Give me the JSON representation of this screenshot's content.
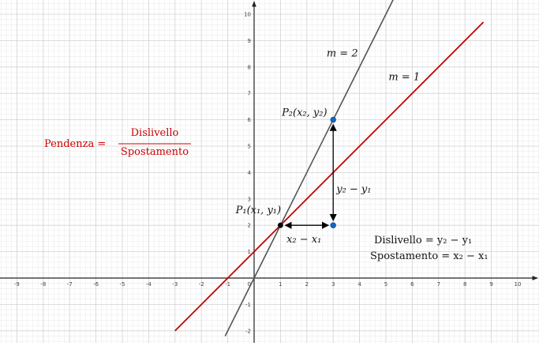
{
  "chart_data": {
    "type": "line",
    "title": "",
    "xlabel": "",
    "ylabel": "",
    "xlim": [
      -9.9,
      10.9
    ],
    "ylim": [
      -2.5,
      10.5
    ],
    "grid": true,
    "x_ticks": [
      -9,
      -8,
      -7,
      -6,
      -5,
      -4,
      -3,
      -2,
      -1,
      1,
      2,
      3,
      4,
      5,
      6,
      7,
      8,
      9,
      10
    ],
    "y_ticks": [
      -2,
      -1,
      1,
      2,
      3,
      4,
      5,
      6,
      7,
      8,
      9,
      10
    ],
    "origin_label": "0",
    "series": [
      {
        "name": "m = 1",
        "slope": 1,
        "intercept": 1,
        "x_range": [
          -3,
          8.7
        ],
        "color": "#c00000"
      },
      {
        "name": "m = 2",
        "slope": 2,
        "intercept": 0,
        "x_range": [
          -1.1,
          5.3
        ],
        "color": "#555555"
      }
    ],
    "points": [
      {
        "name": "P1",
        "label": "P₁(x₁, y₁)",
        "x": 1,
        "y": 2,
        "color": "#000000"
      },
      {
        "name": "P2",
        "label": "P₂(x₂, y₂)",
        "x": 3,
        "y": 6,
        "color": "#1565c0"
      },
      {
        "name": "Q",
        "label": "",
        "x": 3,
        "y": 2,
        "color": "#1565c0"
      }
    ],
    "labels": {
      "m2": "m = 2",
      "m1": "m = 1",
      "rise": "y₂ − y₁",
      "run": "x₂ − x₁",
      "formula_left": "Pendenza =",
      "formula_num": "Dislivello",
      "formula_den": "Spostamento",
      "def_rise": "Dislivello = y₂ − y₁",
      "def_run": "Spostamento = x₂ − x₁"
    },
    "colors": {
      "accent": "#cc0000",
      "point_blue": "#1565c0",
      "axis": "#222222"
    }
  }
}
